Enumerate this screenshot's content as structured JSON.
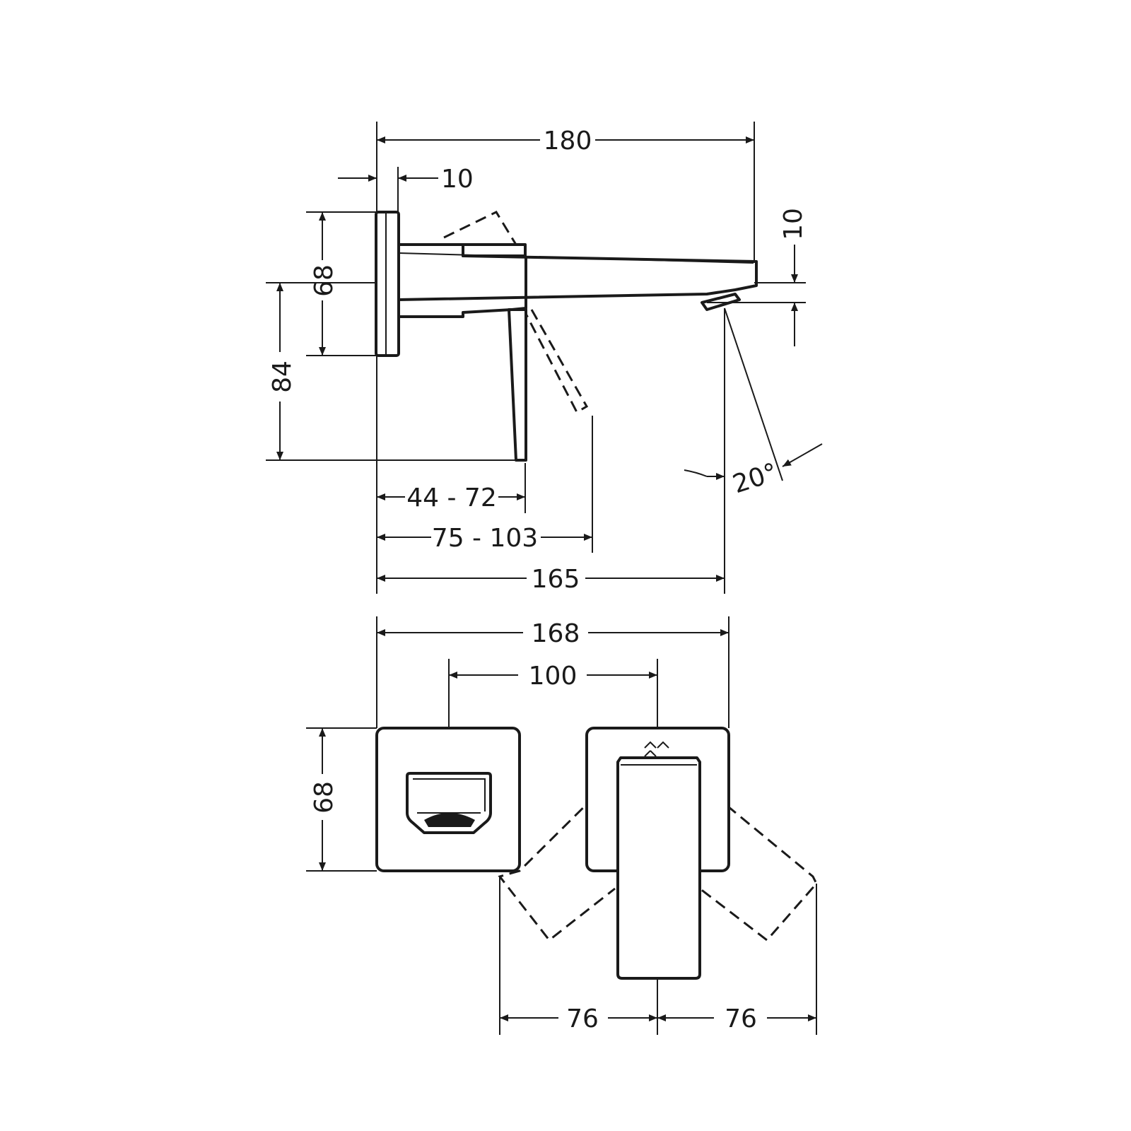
{
  "drawing": {
    "side_view": {
      "dim_overall_length": "180",
      "dim_plate_thickness": "10",
      "dim_spout_height": "10",
      "dim_plate_height": "68",
      "dim_lever_drop": "84",
      "dim_angle": "20°",
      "dim_lever_range_a": "44 - 72",
      "dim_lever_range_b": "75 - 103",
      "dim_spout_reach": "165"
    },
    "front_view": {
      "dim_total_width": "168",
      "dim_centers": "100",
      "dim_plate_height": "68",
      "dim_swing_left": "76",
      "dim_swing_right": "76"
    }
  }
}
